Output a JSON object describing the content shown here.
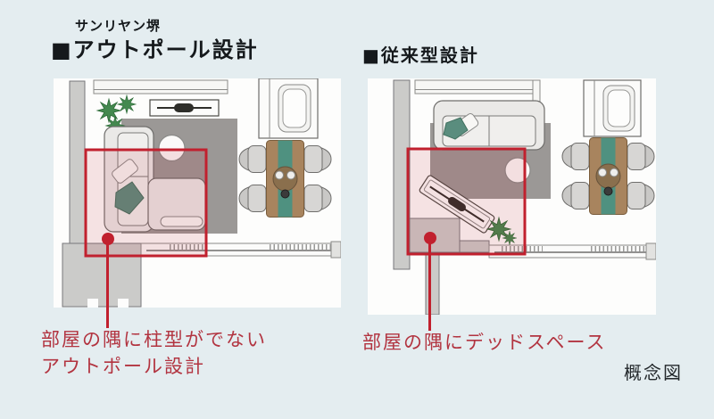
{
  "header": {
    "brand": "サンリヤン堺",
    "left_title": "■アウトポール設計",
    "right_title": "■従来型設計"
  },
  "captions": {
    "left_line1": "部屋の隅に柱型がでない",
    "left_line2": "アウトポール設計",
    "right_line": "部屋の隅にデッドスペース"
  },
  "footer": {
    "note": "概念図"
  },
  "theme": {
    "page_bg": "#e4edf0",
    "plan_bg": "#fdfdfc",
    "accent_red": "#c1202e",
    "caption_red": "#b23440",
    "highlight_fill": "rgba(193,32,46,0.12)",
    "title_color": "#15191c",
    "wall_gray": "#cbcbc9",
    "rug_gray": "#9b9896",
    "plant_green": "#44894f",
    "table_brown": "#a8845e",
    "runner_teal": "#4f9180"
  }
}
